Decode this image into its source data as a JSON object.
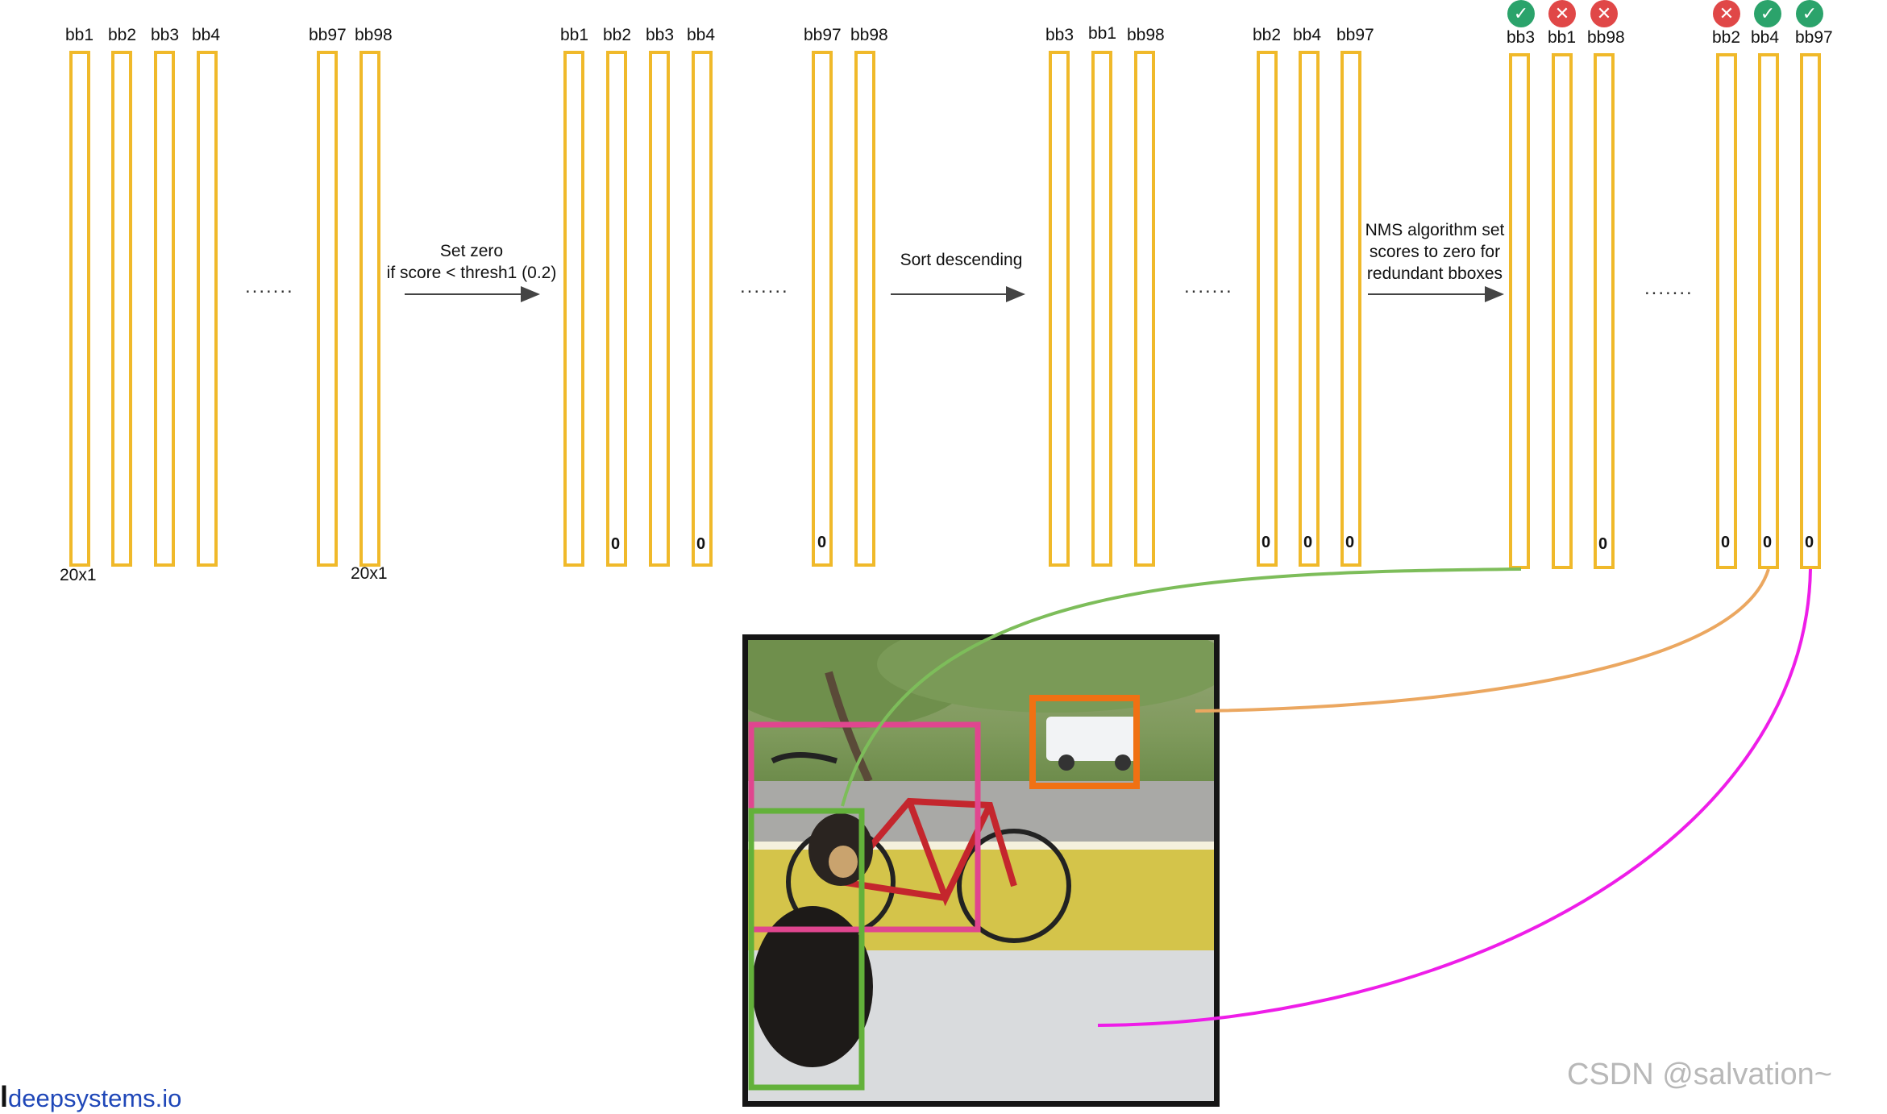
{
  "stage1": {
    "labels": [
      "bb1",
      "bb2",
      "bb3",
      "bb4",
      "bb97",
      "bb98"
    ],
    "dim_left": "20x1",
    "dim_right": "20x1",
    "dots": "......."
  },
  "arrow1": {
    "line1": "Set zero",
    "line2": "if score < thresh1 (0.2)"
  },
  "stage2": {
    "labels": [
      "bb1",
      "bb2",
      "bb3",
      "bb4",
      "bb97",
      "bb98"
    ],
    "zeros": [
      "0",
      "0",
      "0"
    ],
    "dots": "......."
  },
  "arrow2": {
    "text": "Sort descending"
  },
  "stage3": {
    "labels": [
      "bb3",
      "bb1",
      "bb98",
      "bb2",
      "bb4",
      "bb97"
    ],
    "zeros": [
      "0",
      "0",
      "0"
    ],
    "dots": "......."
  },
  "arrow3": {
    "line1": "NMS algorithm set",
    "line2": "scores to zero for",
    "line3": "redundant bboxes"
  },
  "stage4": {
    "labels": [
      "bb3",
      "bb1",
      "bb98",
      "bb2",
      "bb4",
      "bb97"
    ],
    "status": [
      "keep",
      "drop",
      "drop",
      "drop",
      "keep",
      "keep"
    ],
    "status_glyphs": {
      "keep": "✓",
      "drop": "✕"
    },
    "zeros": [
      "0",
      "0",
      "0",
      "0"
    ],
    "dots": "......."
  },
  "colors": {
    "bar": "#f0b92a",
    "green_link": "#7dbd5a",
    "orange_link": "#eba760",
    "magenta_link": "#ee1de8",
    "box_green": "#63b13a",
    "box_orange": "#f07113",
    "box_pink": "#e0468f"
  },
  "footer": {
    "site": "deepsystems.io",
    "watermark": "CSDN @salvation~"
  }
}
